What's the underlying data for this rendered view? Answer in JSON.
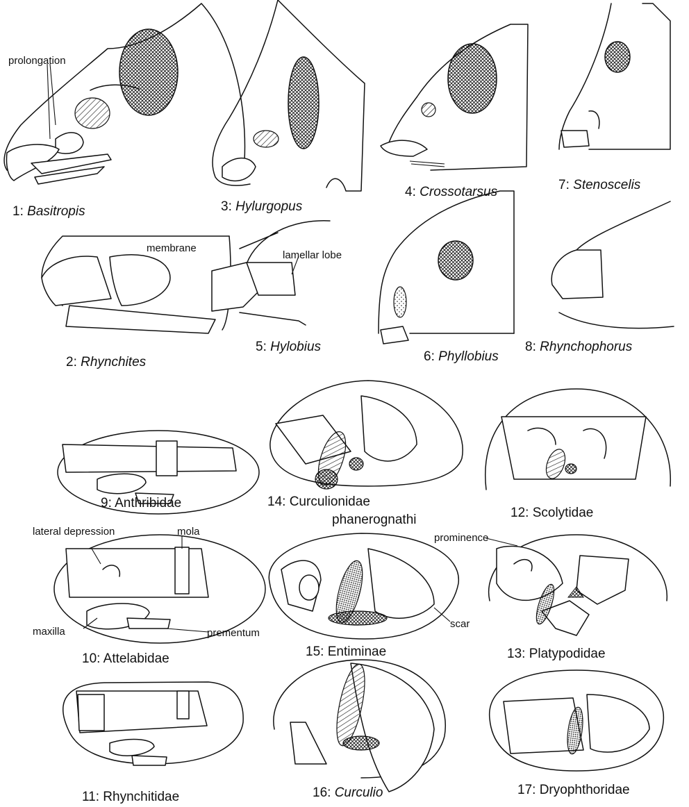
{
  "figures": [
    {
      "num": "1",
      "name": "Basitropis",
      "italic": true
    },
    {
      "num": "2",
      "name": "Rhynchites",
      "italic": true
    },
    {
      "num": "3",
      "name": "Hylurgopus",
      "italic": true
    },
    {
      "num": "4",
      "name": "Crossotarsus",
      "italic": true
    },
    {
      "num": "5",
      "name": "Hylobius",
      "italic": true
    },
    {
      "num": "6",
      "name": "Phyllobius",
      "italic": true
    },
    {
      "num": "7",
      "name": "Stenoscelis",
      "italic": true
    },
    {
      "num": "8",
      "name": "Rhynchophorus",
      "italic": true
    },
    {
      "num": "9",
      "name": "Anthribidae",
      "italic": false
    },
    {
      "num": "10",
      "name": "Attelabidae",
      "italic": false
    },
    {
      "num": "11",
      "name": "Rhynchitidae",
      "italic": false
    },
    {
      "num": "12",
      "name": "Scolytidae",
      "italic": false
    },
    {
      "num": "13",
      "name": "Platypodidae",
      "italic": false
    },
    {
      "num": "14",
      "name": "Curculionidae",
      "name2": "phanerognathi",
      "italic": false
    },
    {
      "num": "15",
      "name": "Entiminae",
      "italic": false
    },
    {
      "num": "16",
      "name": "Curculio",
      "italic": true
    },
    {
      "num": "17",
      "name": "Dryophthoridae",
      "italic": false
    }
  ],
  "sep": ": ",
  "annotations": {
    "prolongation": "prolongation",
    "membrane": "membrane",
    "lamellar_lobe": "lamellar lobe",
    "lateral_depression": "lateral depression",
    "mola": "mola",
    "maxilla": "maxilla",
    "prementum": "prementum",
    "prominence": "prominence",
    "scar": "scar"
  }
}
